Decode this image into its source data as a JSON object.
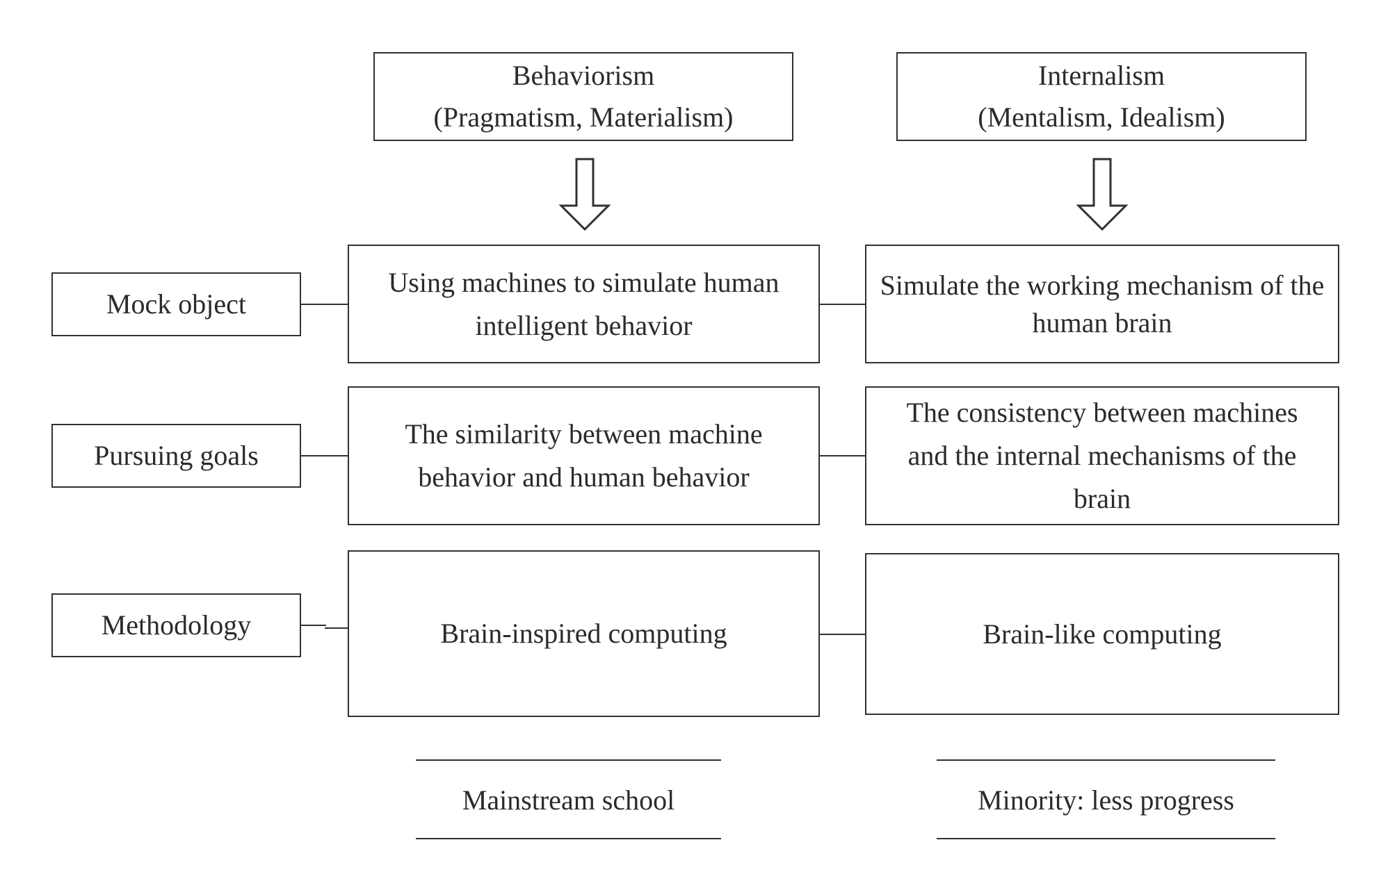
{
  "header": {
    "left": {
      "line1": "Behaviorism",
      "line2": "(Pragmatism, Materialism)"
    },
    "right": {
      "line1": "Internalism",
      "line2": "(Mentalism, Idealism)"
    }
  },
  "rows": [
    {
      "label": "Mock object",
      "left": "Using machines to simulate human intelligent behavior",
      "right": "Simulate the working mechanism of the human brain"
    },
    {
      "label": "Pursuing goals",
      "left": "The similarity between machine behavior and human behavior",
      "right": "The consistency between machines and the internal mechanisms of the brain"
    },
    {
      "label": "Methodology",
      "left": "Brain-inspired computing",
      "right": "Brain-like computing"
    }
  ],
  "footer": {
    "left": "Mainstream school",
    "right": "Minority: less progress"
  }
}
